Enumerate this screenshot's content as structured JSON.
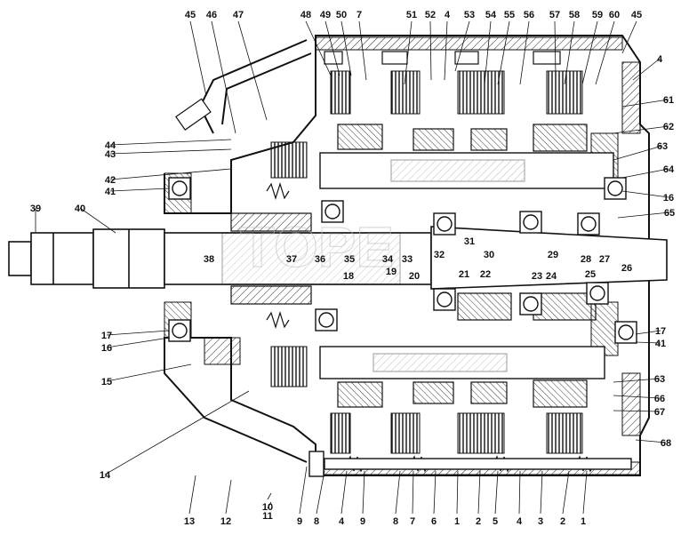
{
  "watermark": "TOPE",
  "callouts": {
    "top": [
      "45",
      "46",
      "47",
      "48",
      "49",
      "50",
      "7",
      "51",
      "52",
      "4",
      "53",
      "54",
      "55",
      "56",
      "57",
      "58",
      "59",
      "60",
      "45"
    ],
    "right": [
      "4",
      "61",
      "62",
      "63",
      "64",
      "16",
      "65",
      "17",
      "41",
      "63",
      "66",
      "67",
      "68"
    ],
    "left": [
      "44",
      "43",
      "42",
      "41",
      "39",
      "40",
      "17",
      "16",
      "15",
      "14"
    ],
    "bottom": [
      "13",
      "12",
      "10",
      "11",
      "9",
      "8",
      "4",
      "9",
      "8",
      "7",
      "6",
      "1",
      "2",
      "5",
      "4",
      "3",
      "2",
      "1"
    ],
    "inner": [
      "38",
      "37",
      "36",
      "35",
      "34",
      "33",
      "32",
      "31",
      "30",
      "29",
      "28",
      "27",
      "26",
      "25",
      "24",
      "23",
      "22",
      "21",
      "20",
      "19",
      "18"
    ]
  }
}
